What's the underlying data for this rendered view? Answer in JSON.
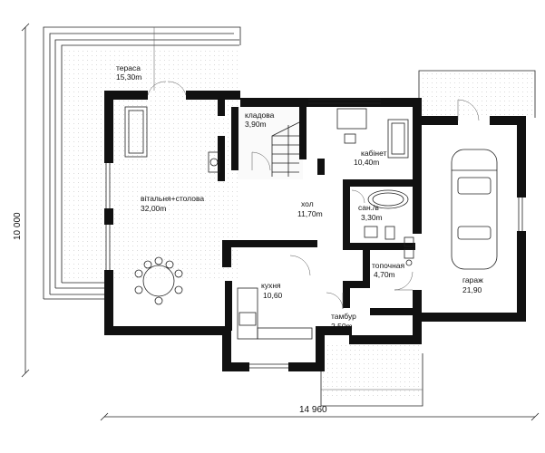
{
  "rooms": {
    "terrace": {
      "name": "тераса",
      "area": "15,30m"
    },
    "storage": {
      "name": "кладова",
      "area": "3,90m"
    },
    "office": {
      "name": "кабінет",
      "area": "10,40m"
    },
    "living": {
      "name": "вітальня+столова",
      "area": "32,00m"
    },
    "hall": {
      "name": "хол",
      "area": "11,70m"
    },
    "bathroom": {
      "name": "сан./в",
      "area": "3,30m"
    },
    "boiler": {
      "name": "топочная",
      "area": "4,70m"
    },
    "garage": {
      "name": "гараж",
      "area": "21,90"
    },
    "kitchen": {
      "name": "кухня",
      "area": "10,60"
    },
    "vestibule": {
      "name": "тамбур",
      "area": "2,50m"
    }
  },
  "dimensions": {
    "width": "14 960",
    "height": "10 000"
  }
}
